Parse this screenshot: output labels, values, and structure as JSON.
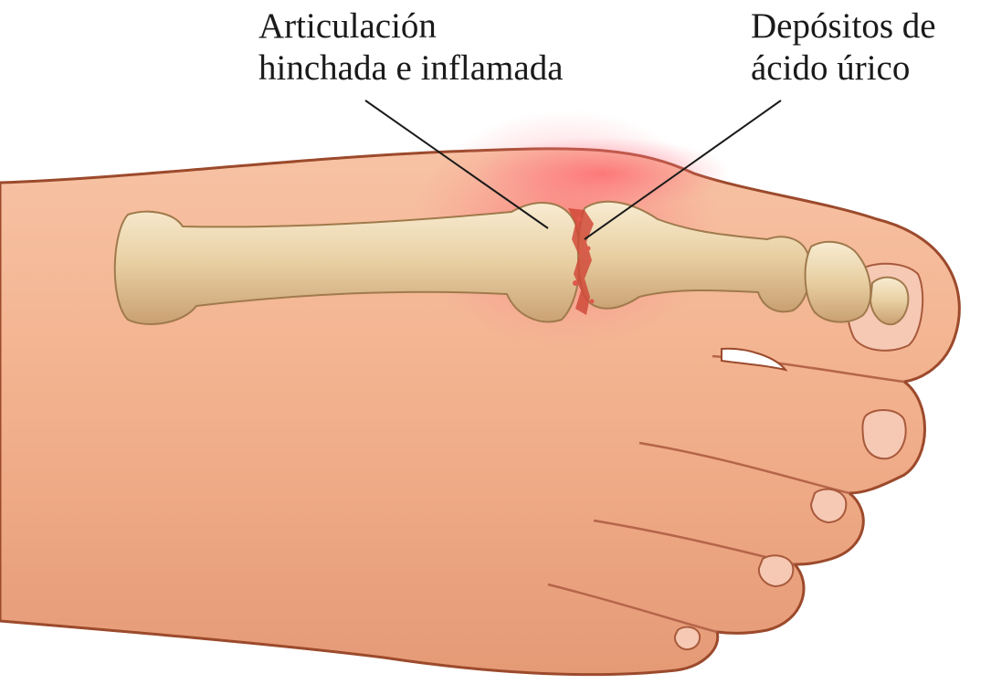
{
  "labels": {
    "joint": {
      "line1": "Articulación",
      "line2": "hinchada e inflamada"
    },
    "uric_acid": {
      "line1": "Depósitos de",
      "line2": "ácido úrico"
    }
  },
  "colors": {
    "skin": "#f2b28e",
    "skin_shadow": "#d98d6a",
    "skin_outline": "#9c4a2c",
    "inflammation": "#ff6b74",
    "bone": "#efdcb8",
    "bone_shadow": "#c9a577",
    "uric_crystals": "#d04a3a",
    "nail": "#f6c9b4",
    "leader_line": "#1a1a1a"
  },
  "icons": [
    "foot-illustration",
    "bone-illustration",
    "leader-line"
  ]
}
